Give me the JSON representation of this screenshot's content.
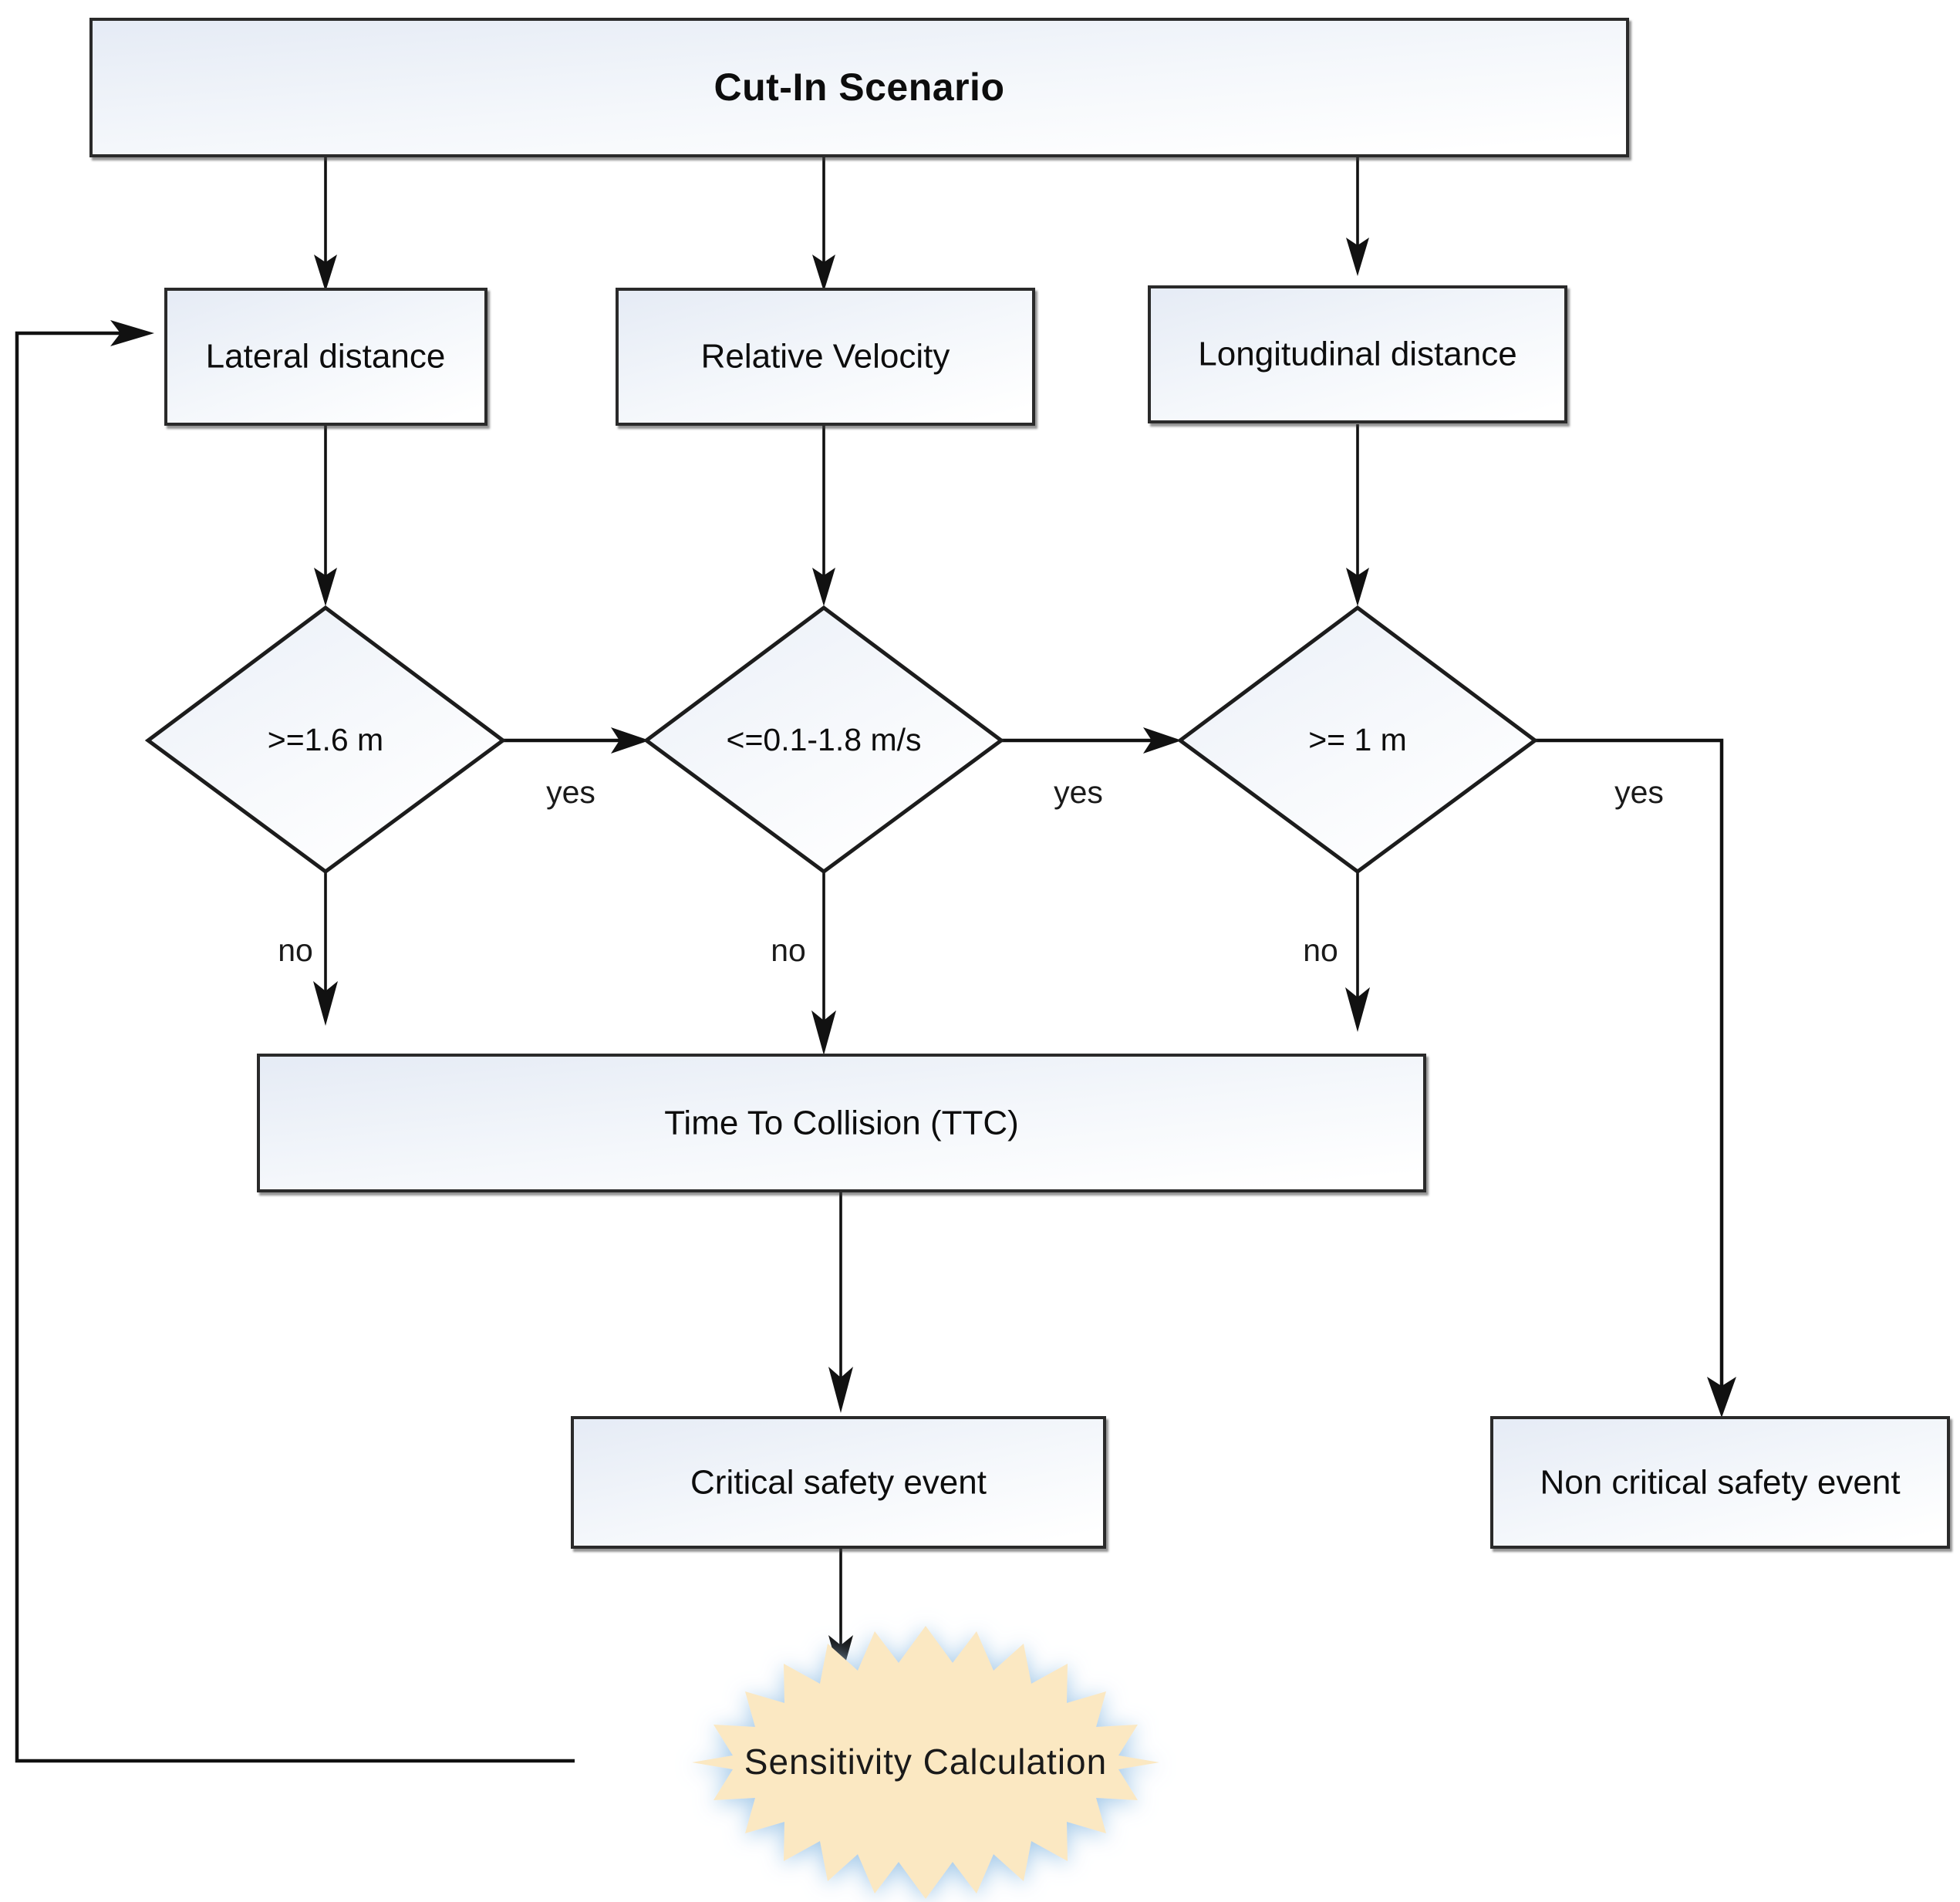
{
  "diagram": {
    "title": "Cut-In Scenario",
    "type": "flowchart",
    "background_color": "#ffffff",
    "node_fill_gradient": [
      "#e7ecf5",
      "#ffffff"
    ],
    "node_border_color": "#2a2a2a",
    "star_fill_color": "#fbe8c2",
    "star_glow_color": "#cfe2f3",
    "connector_color": "#111111"
  },
  "nodes": {
    "root": {
      "label": "Cut-In Scenario",
      "shape": "process"
    },
    "inputs": [
      {
        "label": "Lateral distance",
        "shape": "process"
      },
      {
        "label": "Relative Velocity",
        "shape": "process"
      },
      {
        "label": "Longitudinal distance",
        "shape": "process"
      }
    ],
    "decisions": [
      {
        "label": ">=1.6 m",
        "shape": "decision"
      },
      {
        "label": "<=0.1-1.8 m/s",
        "shape": "decision"
      },
      {
        "label": ">= 1 m",
        "shape": "decision"
      }
    ],
    "ttc": {
      "label": "Time To Collision (TTC)",
      "shape": "process"
    },
    "critical": {
      "label": "Critical safety event",
      "shape": "process"
    },
    "non_critical": {
      "label": "Non critical safety event",
      "shape": "process"
    },
    "sensitivity": {
      "label": "Sensitivity  Calculation",
      "shape": "starburst"
    }
  },
  "edge_labels": {
    "yes_1": "yes",
    "yes_2": "yes",
    "yes_3": "yes",
    "no_1": "no",
    "no_2": "no",
    "no_3": "no"
  }
}
